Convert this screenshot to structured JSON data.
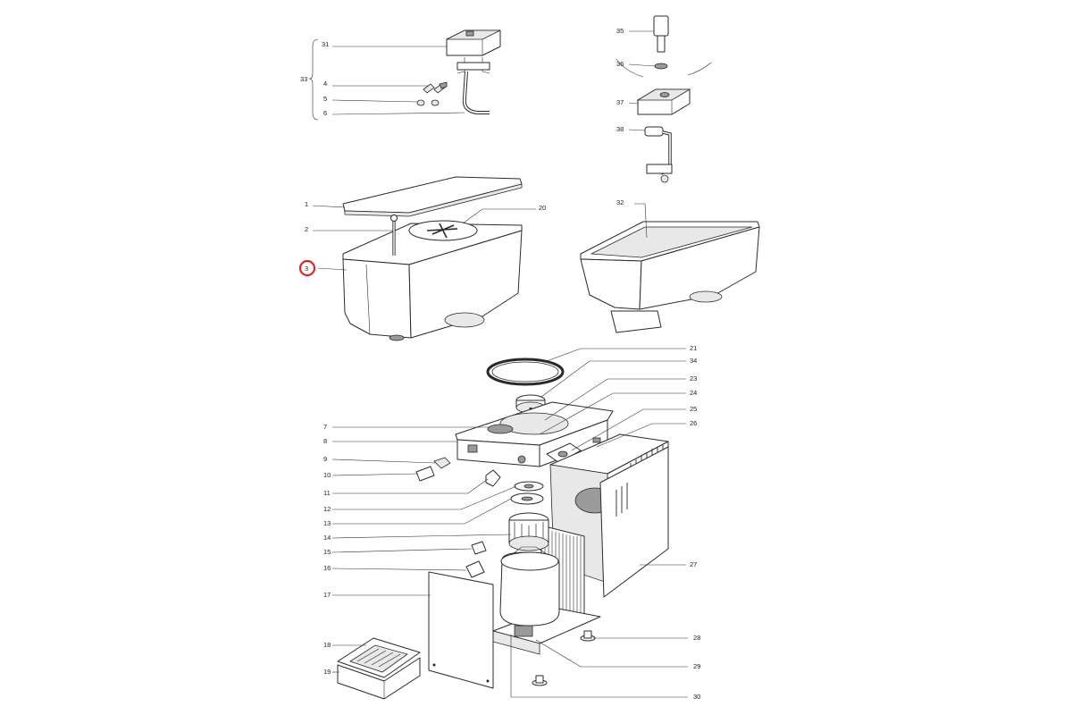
{
  "highlight_color": "#d9262c",
  "highlighted_callout": "3",
  "bracket_label": "33",
  "callouts": {
    "c1": "1",
    "c2": "2",
    "c3": "3",
    "c4": "4",
    "c5": "5",
    "c6": "6",
    "c7": "7",
    "c8": "8",
    "c9": "9",
    "c10": "10",
    "c11": "11",
    "c12": "12",
    "c13": "13",
    "c14": "14",
    "c15": "15",
    "c16": "16",
    "c17": "17",
    "c18": "18",
    "c19": "19",
    "c20": "20",
    "c21": "21",
    "c23": "23",
    "c24": "24",
    "c25": "25",
    "c26": "26",
    "c27": "27",
    "c28": "28",
    "c29": "29",
    "c30": "30",
    "c31": "31",
    "c32": "32",
    "c34": "34",
    "c35": "35",
    "c36": "36",
    "c37": "37",
    "c38": "38"
  }
}
